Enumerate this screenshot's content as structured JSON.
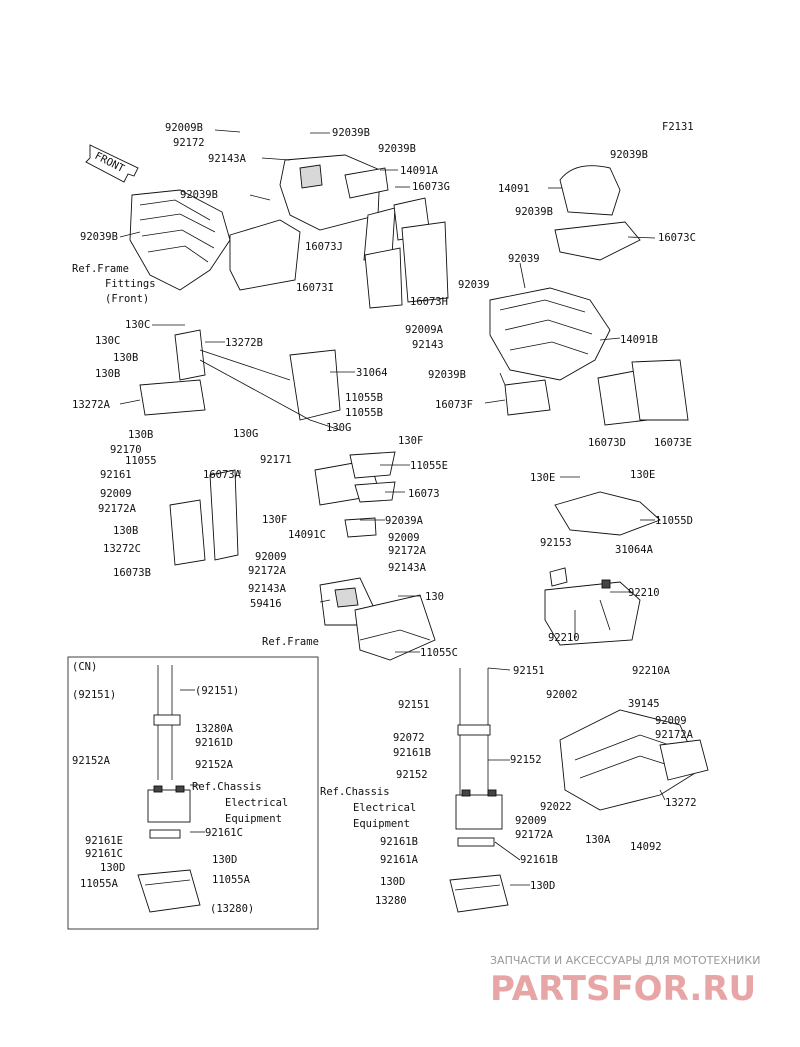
{
  "figure_code": "F2131",
  "front_label": "FRONT",
  "cn_label": "(CN)",
  "watermark": {
    "line1": "ЗАПЧАСТИ И АКСЕССУАРЫ ДЛЯ МОТОТЕХНИКИ",
    "line2": "PARTSFOR.RU"
  },
  "refs": {
    "frame_fittings_1": "Ref.Frame",
    "frame_fittings_2": "Fittings",
    "frame_fittings_3": "(Front)",
    "frame": "Ref.Frame",
    "chassis_cn_1": "Ref.Chassis",
    "chassis_cn_2": "Electrical",
    "chassis_cn_3": "Equipment",
    "chassis_1": "Ref.Chassis",
    "chassis_2": "Electrical",
    "chassis_3": "Equipment"
  },
  "labels": [
    "92009B",
    "92172",
    "92143A",
    "92039B",
    "92039B",
    "14091A",
    "92039B",
    "16073G",
    "16073J",
    "16073I",
    "16073H",
    "92039B",
    "14091",
    "92039B",
    "92039B",
    "16073C",
    "92039",
    "92039",
    "92009A",
    "92143",
    "14091B",
    "92039B",
    "16073F",
    "16073D",
    "16073E",
    "130C",
    "130C",
    "13272B",
    "130B",
    "130B",
    "13272A",
    "31064",
    "11055B",
    "11055B",
    "130G",
    "130G",
    "130B",
    "92170",
    "11055",
    "92161",
    "16073A",
    "92009",
    "92172A",
    "130B",
    "13272C",
    "16073B",
    "92171",
    "130F",
    "11055E",
    "16073",
    "130F",
    "14091C",
    "92039A",
    "92009",
    "92172A",
    "92143A",
    "92009",
    "92172A",
    "92143A",
    "59416",
    "130",
    "11055C",
    "130E",
    "130E",
    "11055D",
    "92153",
    "31064A",
    "92210",
    "92210",
    "92210A",
    "92002",
    "92151",
    "(92151)",
    "(92151)",
    "13280A",
    "92161D",
    "92152A",
    "92152A",
    "92161E",
    "92161C",
    "92161C",
    "130D",
    "130D",
    "11055A",
    "11055A",
    "(13280)",
    "92151",
    "92072",
    "92161B",
    "92152",
    "92152",
    "92161B",
    "92161A",
    "92161B",
    "130D",
    "130D",
    "13280",
    "92009",
    "92172A",
    "92022",
    "39145",
    "92009",
    "92172A",
    "13272",
    "130A",
    "14092"
  ]
}
